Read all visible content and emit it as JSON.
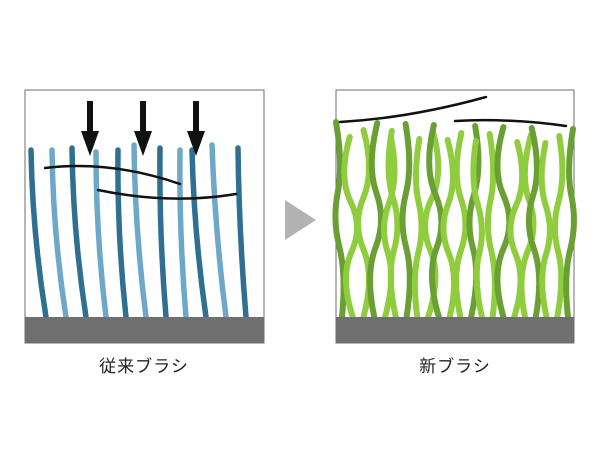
{
  "panels": {
    "conventional": {
      "label": "従来ブラシ",
      "colors": {
        "dark": "#2f6f90",
        "light": "#6ea8c8",
        "base": "#6f6f6f",
        "thread": "#111111",
        "arrow": "#111111"
      },
      "bristle_style": "gently-bent"
    },
    "new": {
      "label": "新ブラシ",
      "colors": {
        "dark": "#6aa033",
        "light": "#8fcc3e",
        "base": "#6f6f6f",
        "thread": "#111111"
      },
      "bristle_style": "wavy-dense"
    }
  },
  "transition_arrow": {
    "color": "#b3b3b3",
    "icon": "play-triangle"
  }
}
